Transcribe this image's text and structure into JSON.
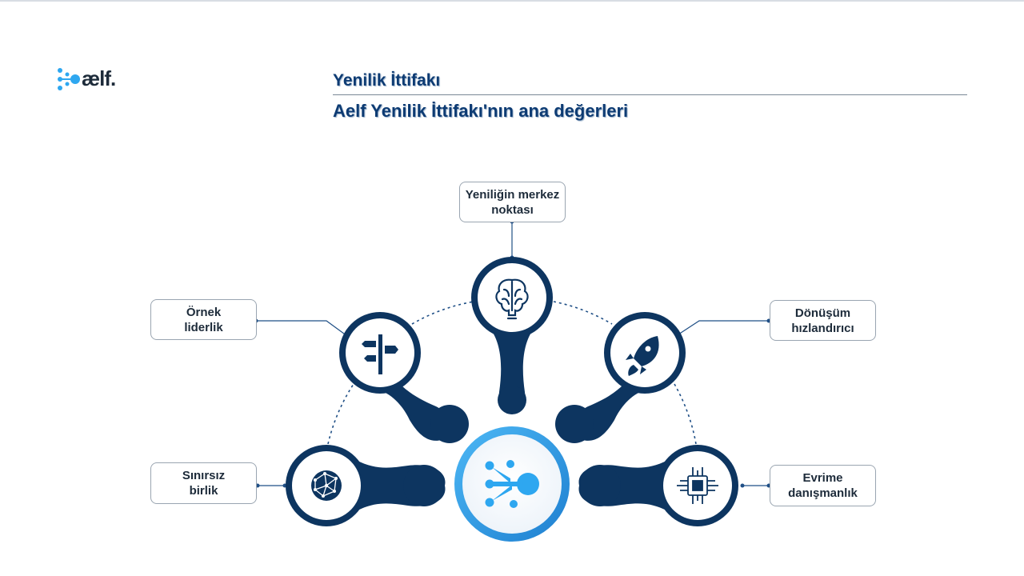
{
  "brand": {
    "logo_text": "ælf.",
    "accent": "#2ea7f0",
    "navy": "#0d3560"
  },
  "title": "Yenilik İttifakı",
  "subtitle": "Aelf Yenilik İttifakı'nın ana değerleri",
  "center": {
    "icon": "aelf-logo-icon"
  },
  "nodes": [
    {
      "id": "top",
      "label_line1": "Yeniliğin merkez",
      "label_line2": "noktası",
      "icon": "brain-icon"
    },
    {
      "id": "upper-left",
      "label_line1": "Örnek",
      "label_line2": "liderlik",
      "icon": "signpost-icon"
    },
    {
      "id": "upper-right",
      "label_line1": "Dönüşüm",
      "label_line2": "hızlandırıcı",
      "icon": "rocket-icon"
    },
    {
      "id": "lower-left",
      "label_line1": "Sınırsız",
      "label_line2": "birlik",
      "icon": "globe-network-icon"
    },
    {
      "id": "lower-right",
      "label_line1": "Evrime",
      "label_line2": "danışmanlık",
      "icon": "chip-icon"
    }
  ]
}
